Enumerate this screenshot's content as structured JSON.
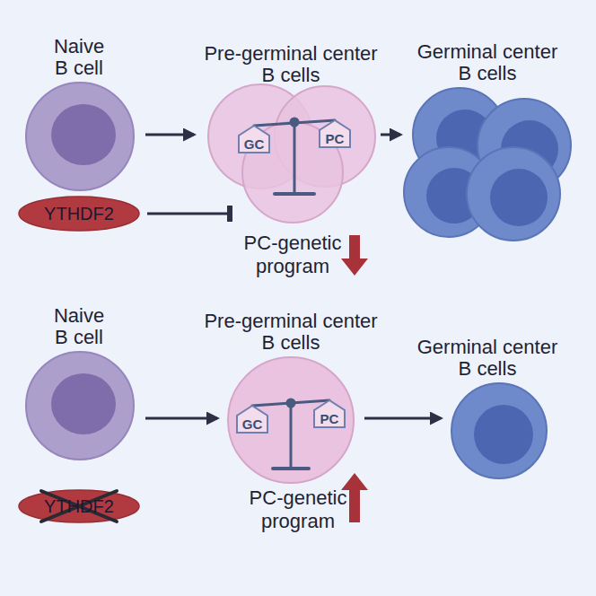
{
  "diagram": {
    "nodes": [
      {
        "text": [
          "Naive B cell"
        ]
      },
      {
        "text": [
          "Pre-germinal center B cells"
        ]
      },
      {
        "text": [
          "Germinal center B cells"
        ]
      },
      {
        "text": [
          "YTHDF2"
        ]
      },
      {
        "text": [
          "PC-genetic program"
        ]
      },
      {
        "text": [
          "Naive B cell"
        ]
      },
      {
        "text": [
          "Pre-germinal center B cells"
        ]
      },
      {
        "text": [
          "Germinal center B cells"
        ]
      },
      {
        "text": [
          "YTHDF2"
        ]
      },
      {
        "text": [
          "PC-genetic program"
        ]
      }
    ],
    "edges": [
      {
        "from": 0,
        "to": 1,
        "arrow": "to"
      },
      {
        "from": 1,
        "to": 2,
        "arrow": "to"
      },
      {
        "from": 3,
        "to": 4,
        "arrow": "to"
      },
      {
        "from": 5,
        "to": 6,
        "arrow": "to"
      },
      {
        "from": 6,
        "to": 7,
        "arrow": "to"
      }
    ],
    "labels": [
      "GC",
      "PC",
      "GC",
      "PC"
    ]
  }
}
